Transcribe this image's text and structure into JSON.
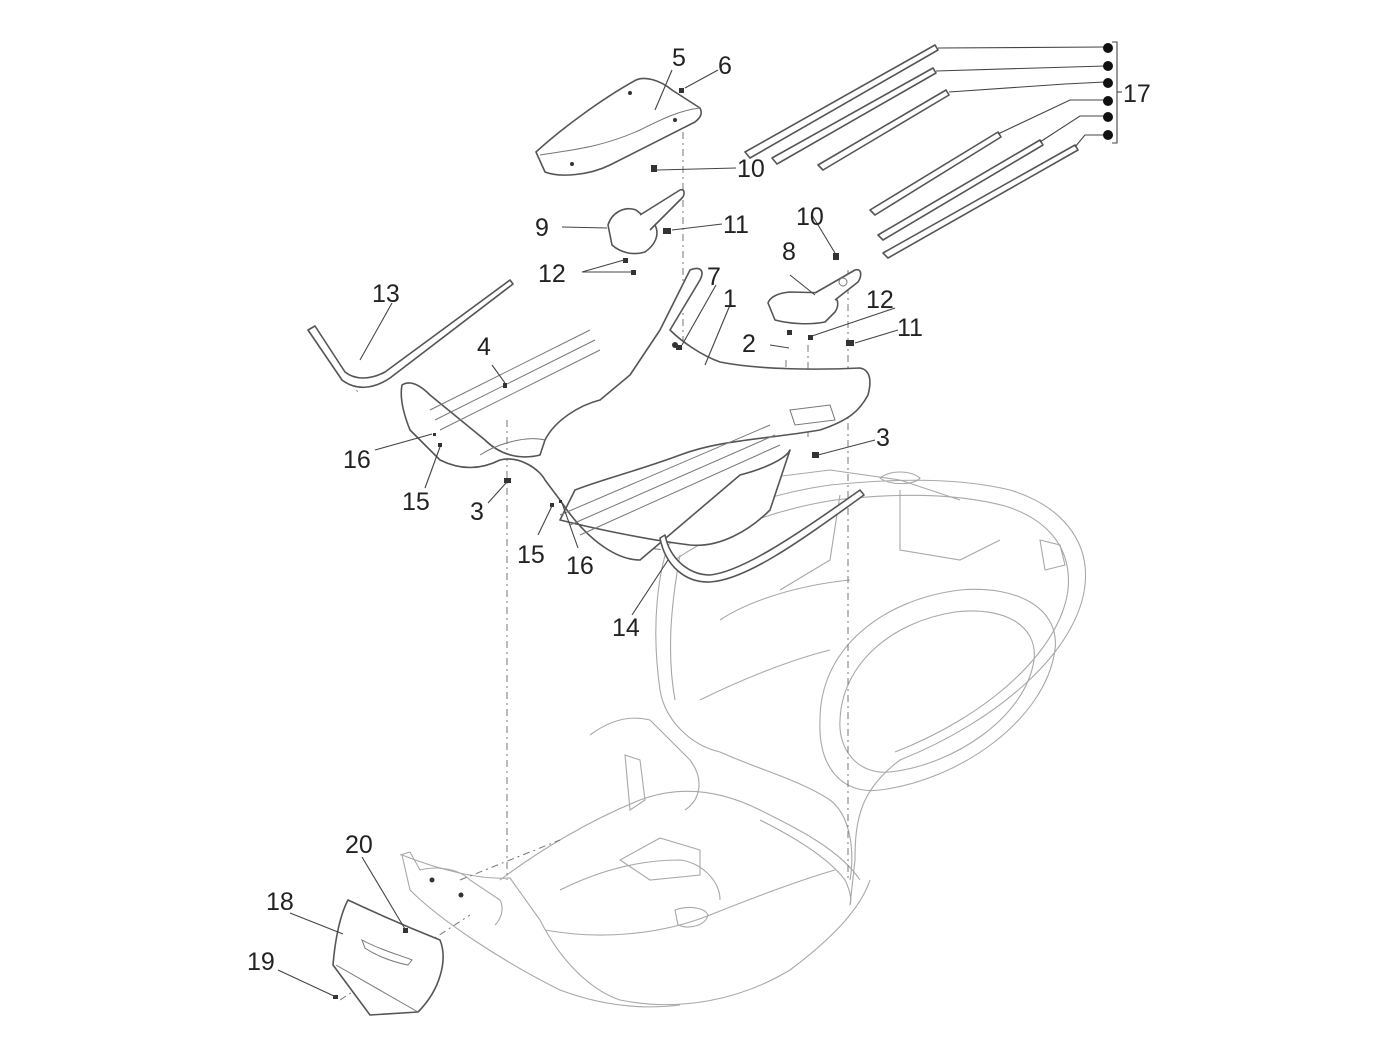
{
  "diagram": {
    "type": "exploded-parts-view",
    "subject": "scooter footboard and central cover",
    "background": "#ffffff",
    "line_color": "#555555"
  },
  "callouts": [
    {
      "id": "c1",
      "label": "1"
    },
    {
      "id": "c2",
      "label": "2"
    },
    {
      "id": "c3a",
      "label": "3"
    },
    {
      "id": "c3b",
      "label": "3"
    },
    {
      "id": "c4",
      "label": "4"
    },
    {
      "id": "c5",
      "label": "5"
    },
    {
      "id": "c6",
      "label": "6"
    },
    {
      "id": "c7",
      "label": "7"
    },
    {
      "id": "c8",
      "label": "8"
    },
    {
      "id": "c9",
      "label": "9"
    },
    {
      "id": "c10a",
      "label": "10"
    },
    {
      "id": "c10b",
      "label": "10"
    },
    {
      "id": "c11a",
      "label": "11"
    },
    {
      "id": "c11b",
      "label": "11"
    },
    {
      "id": "c12a",
      "label": "12"
    },
    {
      "id": "c12b",
      "label": "12"
    },
    {
      "id": "c13",
      "label": "13"
    },
    {
      "id": "c14",
      "label": "14"
    },
    {
      "id": "c15a",
      "label": "15"
    },
    {
      "id": "c15b",
      "label": "15"
    },
    {
      "id": "c16a",
      "label": "16"
    },
    {
      "id": "c16b",
      "label": "16"
    },
    {
      "id": "c17",
      "label": "17"
    },
    {
      "id": "c18",
      "label": "18"
    },
    {
      "id": "c19",
      "label": "19"
    },
    {
      "id": "c20",
      "label": "20"
    }
  ],
  "parts": [
    {
      "number": "1",
      "name": "footboard"
    },
    {
      "number": "2",
      "name": "screw"
    },
    {
      "number": "3",
      "name": "clip"
    },
    {
      "number": "4",
      "name": "screw"
    },
    {
      "number": "5",
      "name": "central cover"
    },
    {
      "number": "6",
      "name": "screw"
    },
    {
      "number": "7",
      "name": "clip"
    },
    {
      "number": "8",
      "name": "right bracket"
    },
    {
      "number": "9",
      "name": "left bracket"
    },
    {
      "number": "10",
      "name": "screw"
    },
    {
      "number": "11",
      "name": "clip nut"
    },
    {
      "number": "12",
      "name": "screw"
    },
    {
      "number": "13",
      "name": "left side trim"
    },
    {
      "number": "14",
      "name": "right side trim"
    },
    {
      "number": "15",
      "name": "screw"
    },
    {
      "number": "16",
      "name": "washer"
    },
    {
      "number": "17",
      "name": "footboard rubber strips (x6)"
    },
    {
      "number": "18",
      "name": "inspection cover"
    },
    {
      "number": "19",
      "name": "screw"
    },
    {
      "number": "20",
      "name": "clip"
    }
  ]
}
